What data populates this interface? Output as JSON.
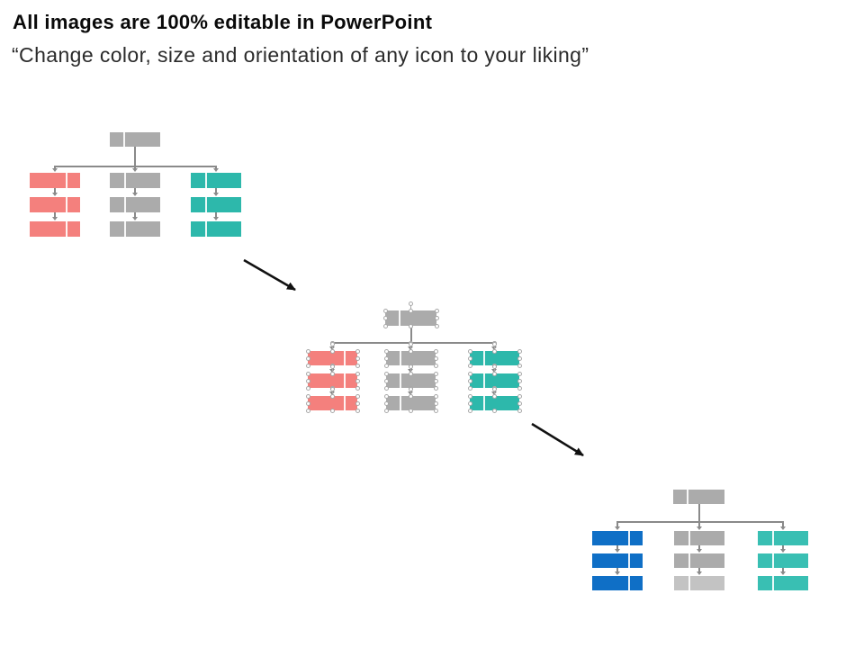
{
  "header": {
    "title": "All images are 100% editable in PowerPoint",
    "subtitle": "“Change color, size and orientation of any icon to your liking”"
  },
  "colors": {
    "gray": "#ABABAB",
    "gray_light": "#C3C3C3",
    "salmon": "#F4807D",
    "teal": "#2DB8AB",
    "teal_light": "#39BFB3",
    "blue": "#0F6FC6",
    "connector": "#8A8A8A",
    "flow_arrow": "#111111",
    "handle_fill": "#FFFFFF",
    "handle_stroke": "#A8A8A8",
    "background": "#FFFFFF"
  },
  "diagram": {
    "charts": [
      {
        "name": "org-chart-original",
        "selected": false,
        "top_color": "gray",
        "top_divider": 0.27,
        "rows_per_column": 3,
        "columns": [
          {
            "color": "salmon",
            "divider": 0.72
          },
          {
            "color": "gray",
            "divider": 0.28
          },
          {
            "color": "teal",
            "divider": 0.28
          }
        ]
      },
      {
        "name": "org-chart-selected",
        "selected": true,
        "top_color": "gray",
        "top_divider": 0.27,
        "rows_per_column": 3,
        "columns": [
          {
            "color": "salmon",
            "divider": 0.72
          },
          {
            "color": "gray",
            "divider": 0.28
          },
          {
            "color": "teal",
            "divider": 0.28
          }
        ]
      },
      {
        "name": "org-chart-recolored",
        "selected": false,
        "top_color": "gray",
        "top_divider": 0.27,
        "rows_per_column": 3,
        "columns": [
          {
            "color": "blue",
            "divider": 0.72
          },
          {
            "color": "gray",
            "divider": 0.28,
            "row_colors": [
              "gray",
              "gray",
              "gray_light"
            ]
          },
          {
            "color": "teal_light",
            "divider": 0.28
          }
        ]
      }
    ],
    "flow_arrows": [
      {
        "name": "flow-arrow-1"
      },
      {
        "name": "flow-arrow-2"
      }
    ]
  }
}
